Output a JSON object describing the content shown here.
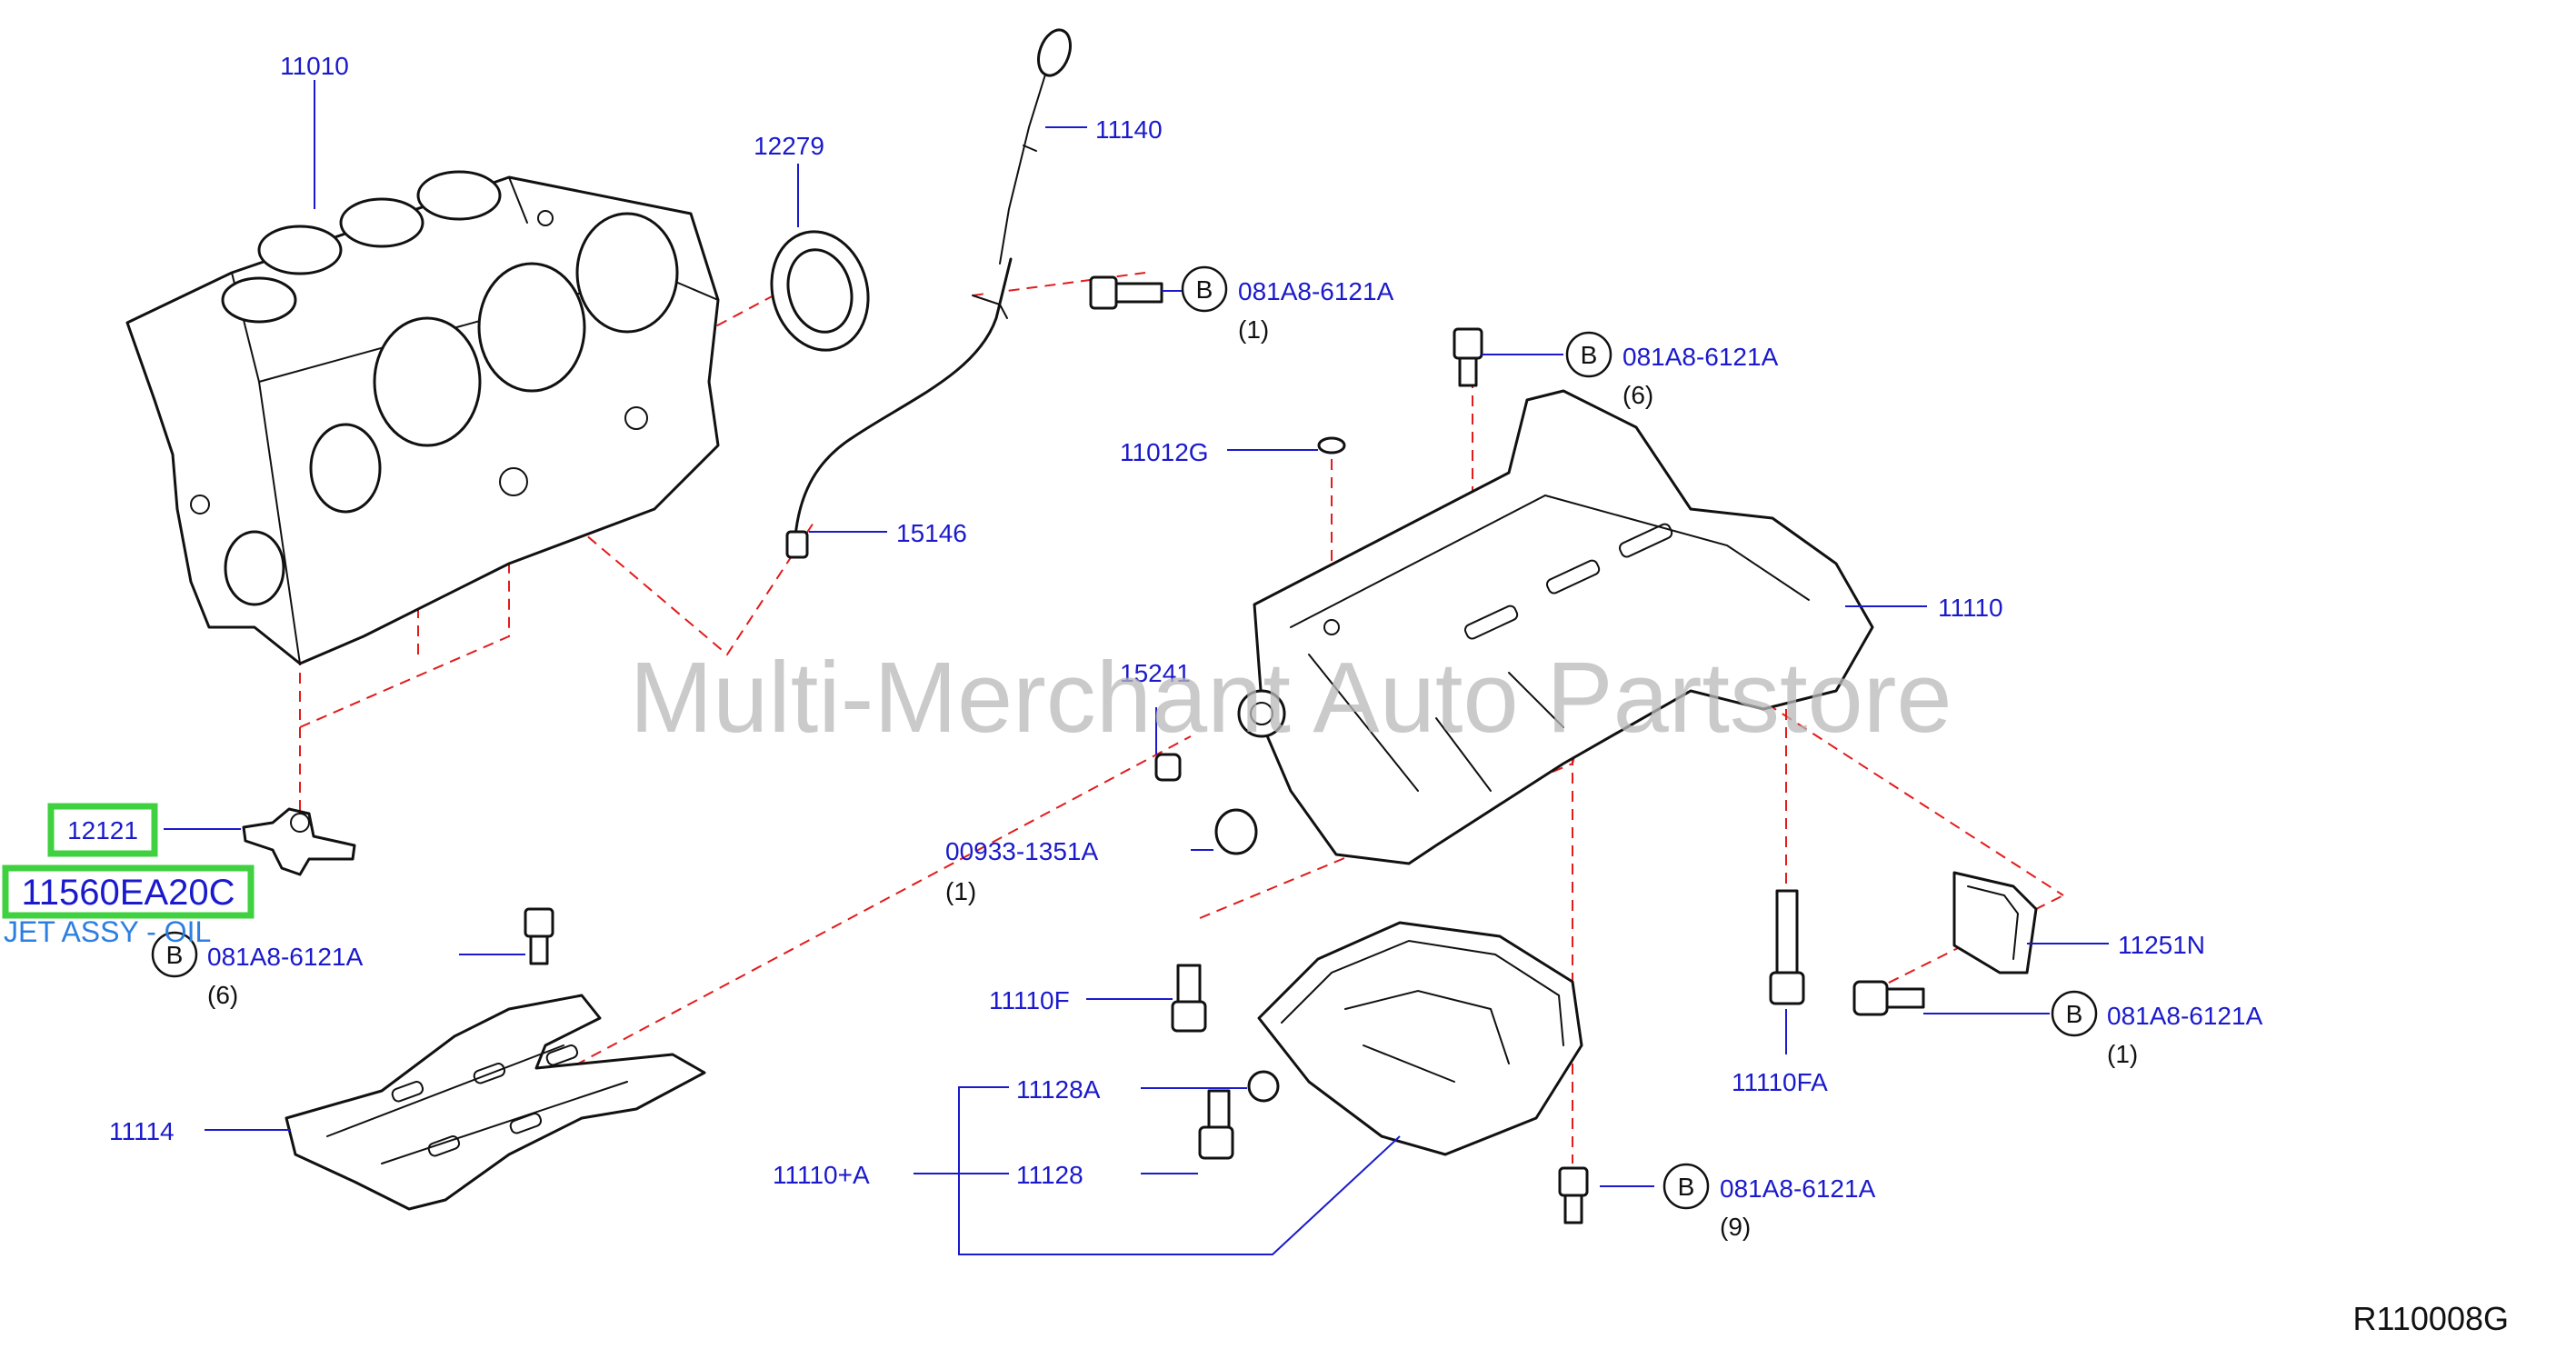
{
  "diagram_ref": "R110008G",
  "watermark": "Multi-Merchant Auto Partstore",
  "bolt_symbol": "B",
  "highlight": {
    "part_no": "12121",
    "replacement_no": "11560EA20C",
    "description": "JET ASSY - OIL"
  },
  "labels": [
    {
      "id": "11010",
      "text": "11010"
    },
    {
      "id": "12279",
      "text": "12279"
    },
    {
      "id": "11140",
      "text": "11140"
    },
    {
      "id": "15146",
      "text": "15146"
    },
    {
      "id": "11012G",
      "text": "11012G"
    },
    {
      "id": "11110",
      "text": "11110"
    },
    {
      "id": "15241",
      "text": "15241"
    },
    {
      "id": "00933",
      "text": "00933-1351A"
    },
    {
      "id": "11114",
      "text": "11114"
    },
    {
      "id": "11110F",
      "text": "11110F"
    },
    {
      "id": "11128A",
      "text": "11128A"
    },
    {
      "id": "11128",
      "text": "11128"
    },
    {
      "id": "11110A",
      "text": "11110+A"
    },
    {
      "id": "11110FA",
      "text": "11110FA"
    },
    {
      "id": "11251N",
      "text": "11251N"
    }
  ],
  "bolts": [
    {
      "id": "b1",
      "text": "081A8-6121A",
      "qty": "(1)"
    },
    {
      "id": "b2",
      "text": "081A8-6121A",
      "qty": "(6)"
    },
    {
      "id": "b3",
      "text": "081A8-6121A",
      "qty": "(6)"
    },
    {
      "id": "b4",
      "text": "081A8-6121A",
      "qty": "(1)"
    },
    {
      "id": "b5",
      "text": "081A8-6121A",
      "qty": "(9)"
    }
  ],
  "qty_00933": "(1)",
  "colors": {
    "label": "#1a1acc",
    "leader_dash": "#e21b1b",
    "highlight": "#3fd13f",
    "subtext": "#2c7fe0"
  }
}
